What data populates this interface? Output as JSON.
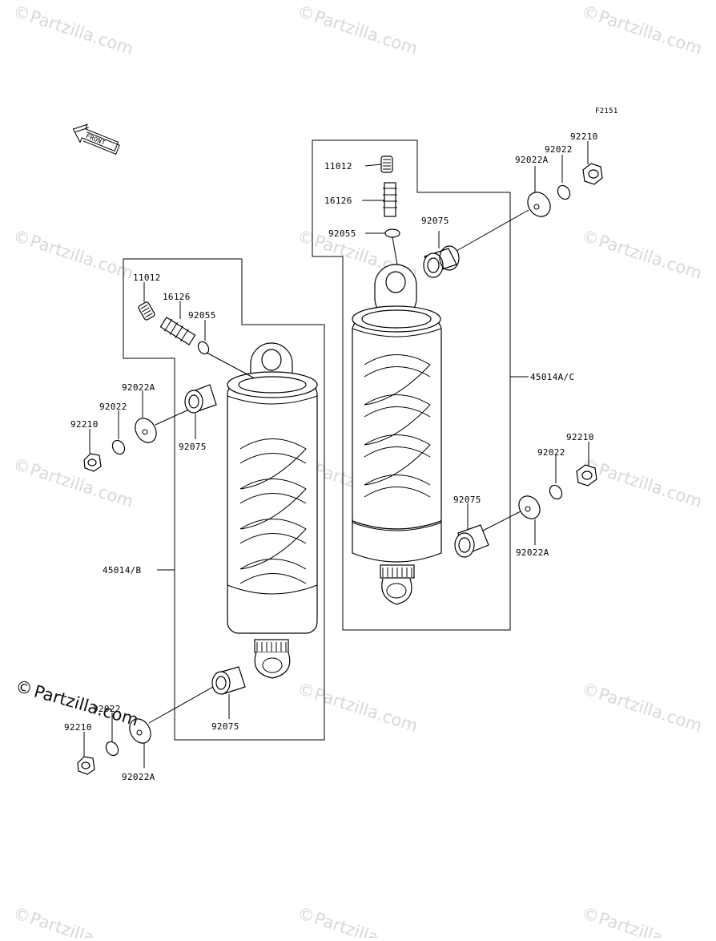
{
  "figure_code": "F2151",
  "front_arrow_label": "FRONT",
  "brand_watermark": "Partzilla.com",
  "brand_mark": "©",
  "labels": {
    "right_11012": "11012",
    "right_16126": "16126",
    "right_92055": "92055",
    "right_92075_top": "92075",
    "right_92022A_top": "92022A",
    "right_92022_top": "92022",
    "right_92210_top": "92210",
    "right_45014AC": "45014A/C",
    "right_92210_bot": "92210",
    "right_92022_bot": "92022",
    "right_92075_bot": "92075",
    "right_92022A_bot": "92022A",
    "left_11012": "11012",
    "left_16126": "16126",
    "left_92055": "92055",
    "left_92022A_top": "92022A",
    "left_92022_top": "92022",
    "left_92210_top": "92210",
    "left_92075_top": "92075",
    "left_45014B": "45014/B",
    "left_92022_bot": "92022",
    "left_92210_bot": "92210",
    "left_92075_bot": "92075",
    "left_92022A_bot": "92022A"
  }
}
